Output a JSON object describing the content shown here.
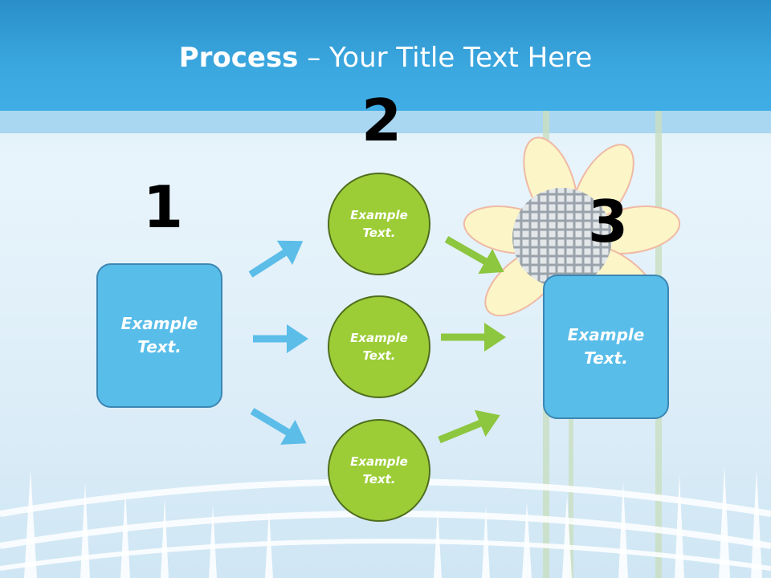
{
  "slide": {
    "title_bold": "Process",
    "title_rest": " – Your Title Text Here"
  },
  "steps": {
    "one": "1",
    "two": "2",
    "three": "3"
  },
  "nodes": {
    "start_box": "Example Text.",
    "circle_top": "Example Text.",
    "circle_middle": "Example Text.",
    "circle_bottom": "Example Text.",
    "end_box": "Example Text."
  },
  "colors": {
    "header": "#3ba7df",
    "box_fill": "#58bde9",
    "circle_fill": "#9ccd37",
    "blue_arrow": "#5bbde8",
    "green_arrow": "#8dc63f"
  }
}
